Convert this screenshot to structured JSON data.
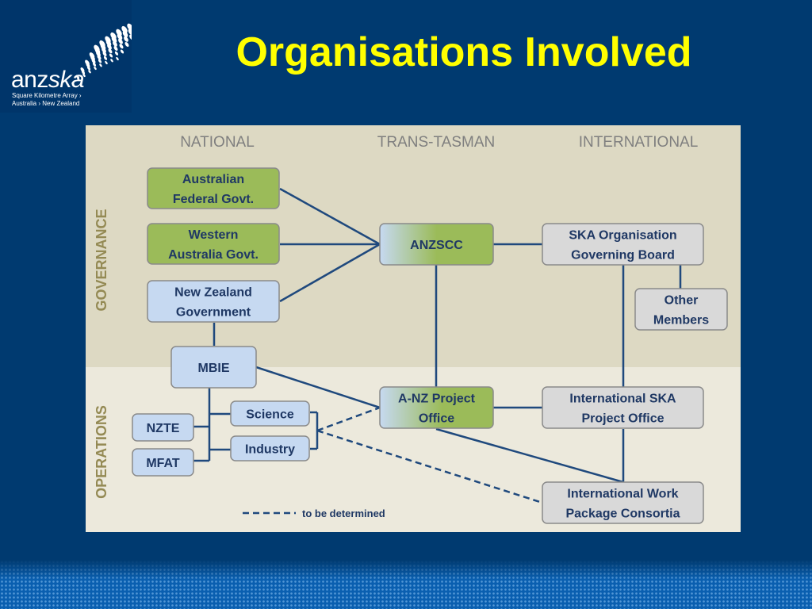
{
  "slide": {
    "title": "Organisations Involved"
  },
  "logo": {
    "wordmark_plain": "anz",
    "wordmark_italic": "ska",
    "subtitle_line1": "Square Kilometre Array ›",
    "subtitle_line2": "Australia › New Zealand"
  },
  "diagram": {
    "columns": [
      "NATIONAL",
      "TRANS-TASMAN",
      "INTERNATIONAL"
    ],
    "rows": [
      "GOVERNANCE",
      "OPERATIONS"
    ],
    "boxes": {
      "aus_federal": [
        "Australian",
        "Federal Govt."
      ],
      "wa_govt": [
        "Western",
        "Australia  Govt."
      ],
      "nz_govt": [
        "New Zealand",
        "Government"
      ],
      "mbie": [
        "MBIE"
      ],
      "nzte": [
        "NZTE"
      ],
      "mfat": [
        "MFAT"
      ],
      "science": [
        "Science"
      ],
      "industry": [
        "Industry"
      ],
      "anzscc": [
        "ANZSCC"
      ],
      "anz_project_office": [
        "A-NZ Project",
        "Office"
      ],
      "ska_board": [
        "SKA  Organisation",
        "Governing  Board"
      ],
      "other_members": [
        "Other",
        "Members"
      ],
      "intl_ska_office": [
        "International  SKA",
        "Project  Office"
      ],
      "intl_work_package": [
        "International  Work",
        "Package Consortia"
      ]
    },
    "legend": {
      "dashed_label": "to be determined"
    }
  },
  "colors": {
    "background": "#003a70",
    "title": "#ffff00",
    "green_box": "#9bbb59",
    "blue_box": "#c6d9f1",
    "grey_box": "#d9d9d9",
    "line": "#1f497d",
    "box_text": "#1f3864",
    "governance_band": "#ddd9c3",
    "operations_band": "#ece9dc"
  }
}
